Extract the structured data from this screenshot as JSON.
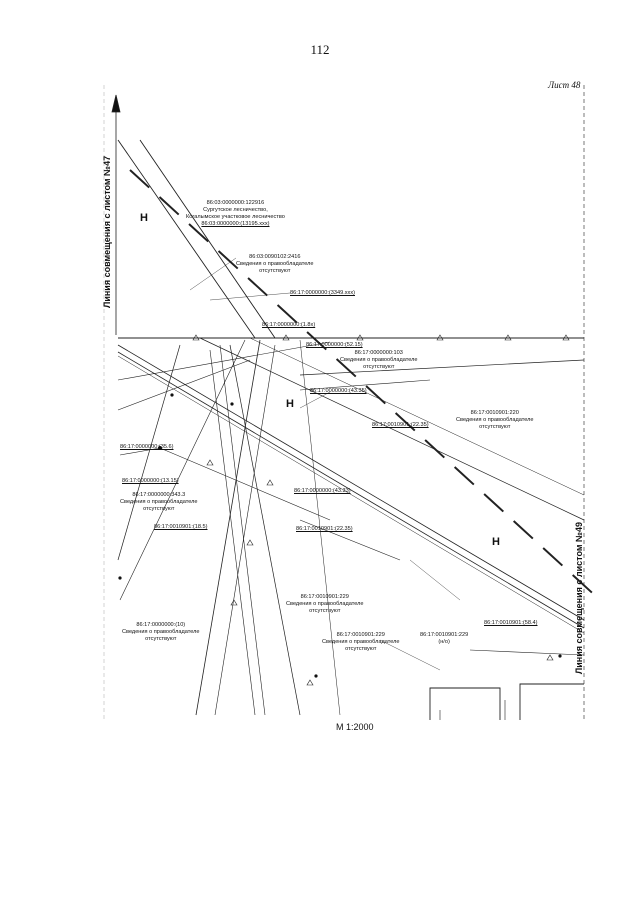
{
  "page": {
    "number": "112",
    "sheet": "Лист 48",
    "scale": "М 1:2000"
  },
  "match_lines": {
    "left": "Линия совмещения с листом №47",
    "right": "Линия совмещения с листом №49"
  },
  "road_marks": [
    "Н",
    "Н",
    "Н"
  ],
  "parcels": [
    {
      "id": "p1",
      "lines": [
        "86:03:0000000:122916",
        "Сургутское лесничество,",
        "Когалымское участковое лесничество",
        "86:03:0000000:(13195.xxx)"
      ]
    },
    {
      "id": "p2",
      "lines": [
        "86:03:0090102:2416",
        "Сведения о правообладателе",
        "отсутствуют"
      ]
    },
    {
      "id": "p3",
      "lines": [
        "86:17:0000000:(3349.xxx)"
      ]
    },
    {
      "id": "p4",
      "lines": [
        "86:17:0000000:(1.8x)"
      ]
    },
    {
      "id": "p5",
      "lines": [
        "86:17:0000000:(52.15)"
      ]
    },
    {
      "id": "p6",
      "lines": [
        "86:17:0000000:103",
        "Сведения о правообладателе",
        "отсутствуют"
      ]
    },
    {
      "id": "p7",
      "lines": [
        "86:17:0000000:(43.35)"
      ]
    },
    {
      "id": "p8",
      "lines": [
        "86:17:0010901:220",
        "Сведения о правообладателе",
        "отсутствуют"
      ]
    },
    {
      "id": "p9",
      "lines": [
        "86:17:0010901:(22.35)"
      ]
    },
    {
      "id": "p10",
      "lines": [
        "86:17:0000000:(35.6)"
      ]
    },
    {
      "id": "p11",
      "lines": [
        "86:17:0000000:(13.15)"
      ]
    },
    {
      "id": "p12",
      "lines": [
        "86:17:0000000:(43.33)"
      ]
    },
    {
      "id": "p13",
      "lines": [
        "86:17:0000000:343.3",
        "Сведения о правообладателе",
        "отсутствуют"
      ]
    },
    {
      "id": "p14",
      "lines": [
        "86:17:0010901:(18.5)"
      ]
    },
    {
      "id": "p15",
      "lines": [
        "86:17:0010901:(22.35)"
      ]
    },
    {
      "id": "p16",
      "lines": [
        "86:17:0010901:229",
        "Сведения о правообладателе",
        "отсутствуют"
      ]
    },
    {
      "id": "p17",
      "lines": [
        "86:17:0000000:(10)",
        "Сведения о правообладателе",
        "отсутствуют"
      ]
    },
    {
      "id": "p18",
      "lines": [
        "86:17:0010901:229",
        "Сведения о правообладателе",
        "отсутствуют"
      ]
    },
    {
      "id": "p19",
      "lines": [
        "86:17:0010901:229",
        "(н/о)"
      ]
    },
    {
      "id": "p20",
      "lines": [
        "86:17:0010901:(58.4)"
      ]
    }
  ]
}
